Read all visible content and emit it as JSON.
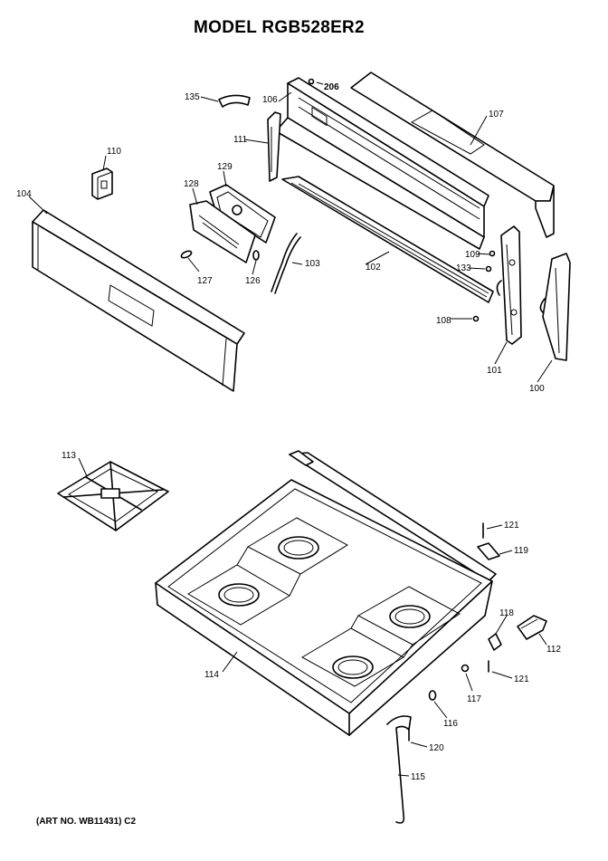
{
  "header": {
    "model_title": "MODEL RGB528ER2"
  },
  "footer": {
    "art_number": "(ART NO. WB11431) C2"
  },
  "parts": {
    "p206": "206",
    "p135": "135",
    "p106": "106",
    "p107": "107",
    "p111": "111",
    "p110": "110",
    "p129": "129",
    "p128": "128",
    "p104": "104",
    "p127": "127",
    "p126": "126",
    "p103": "103",
    "p102": "102",
    "p109": "109",
    "p133": "133",
    "p108": "108",
    "p101": "101",
    "p100": "100",
    "p113": "113",
    "p121a": "121",
    "p119": "119",
    "p118": "118",
    "p112": "112",
    "p114": "114",
    "p121b": "121",
    "p117": "117",
    "p116": "116",
    "p120": "120",
    "p115": "115"
  }
}
